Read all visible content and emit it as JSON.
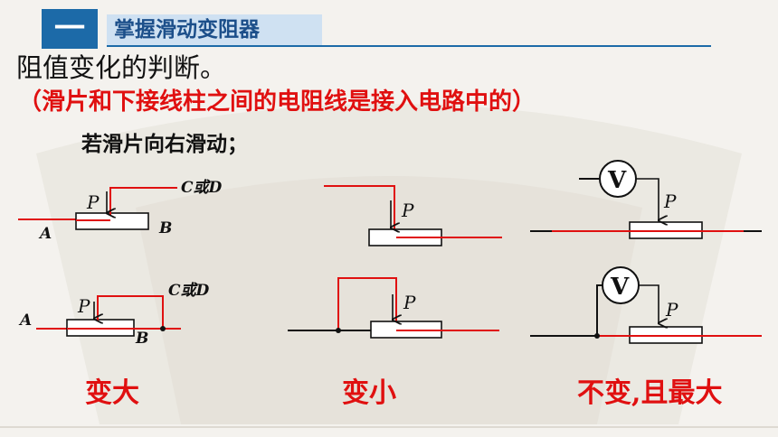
{
  "header": {
    "number": "一",
    "title": "掌握滑动变阻器"
  },
  "main_title": "阻值变化的判断。",
  "note": "（滑片和下接线柱之间的电阻线是接入电路中的）",
  "condition": "若滑片向右滑动；",
  "labels": {
    "P": "P",
    "A": "A",
    "B": "B",
    "C_or_D": "C或D",
    "V": "V"
  },
  "results": [
    "变大",
    "变小",
    "不变,且最大"
  ],
  "colors": {
    "wire_red": "#e01010",
    "wire_black": "#111111",
    "accent": "#1c6aa8"
  }
}
